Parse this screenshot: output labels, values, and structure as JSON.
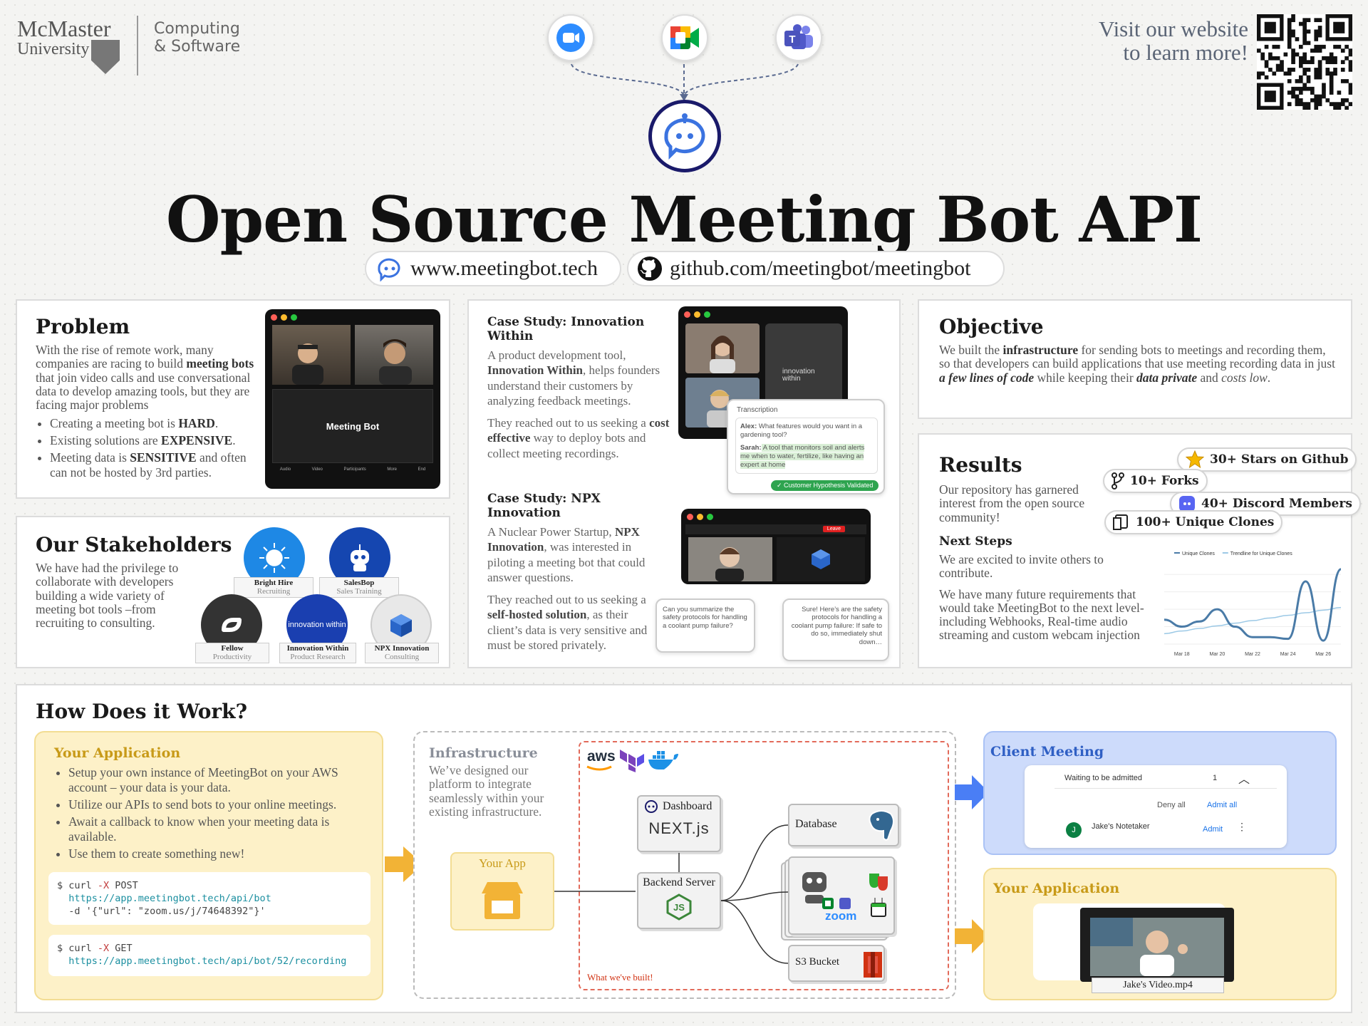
{
  "header": {
    "university_line1": "McMaster",
    "university_line2": "University",
    "department_line1": "Computing",
    "department_line2": "& Software",
    "visit_line1": "Visit our website",
    "visit_line2": "to learn more!"
  },
  "title": "Open Source Meeting Bot API",
  "links": {
    "website": "www.meetingbot.tech",
    "github": "github.com/meetingbot/meetingbot"
  },
  "problem": {
    "title": "Problem",
    "intro_a": "With the rise of remote work, many companies are racing to build ",
    "intro_bold": "meeting bots",
    "intro_b": " that join video calls and use conversational data to develop amazing tools, but they are facing major problems",
    "b1_a": "Creating a meeting bot is ",
    "b1_bold": "HARD",
    "b1_b": ".",
    "b2_a": "Existing solutions are ",
    "b2_bold": "EXPENSIVE",
    "b2_b": ".",
    "b3_a": "Meeting data is ",
    "b3_bold": "SENSITIVE",
    "b3_b": " and often can not be hosted by 3rd parties.",
    "screen_label": "Meeting Bot",
    "toolbar": [
      "Audio",
      "Video",
      "Participants",
      "More",
      "End"
    ]
  },
  "stakeholders": {
    "title": "Our Stakeholders",
    "text": "We have had the privilege to collaborate with developers building a wide variety of meeting bot tools –from recruiting to consulting.",
    "items": [
      {
        "name": "Bright Hire",
        "category": "Recruiting",
        "color": "#1e88e5"
      },
      {
        "name": "SalesBop",
        "category": "Sales Training",
        "color": "#1546b0"
      },
      {
        "name": "Fellow",
        "category": "Productivity",
        "color": "#333333"
      },
      {
        "name": "Innovation Within",
        "category": "Product Research",
        "color": "#1a3fb0"
      },
      {
        "name": "NPX Innovation",
        "category": "Consulting",
        "color": "#e8e8e8"
      }
    ]
  },
  "case_studies": {
    "cs1_title": "Case Study: Innovation Within",
    "cs1_p1_a": "A product development tool, ",
    "cs1_p1_bold": "Innovation Within",
    "cs1_p1_b": ", helps founders understand their customers by analyzing feedback meetings.",
    "cs1_p2_a": "They reached out to us seeking a ",
    "cs1_p2_bold": "cost effective",
    "cs1_p2_b": " way to deploy bots and collect meeting recordings.",
    "cs2_title": "Case Study: NPX Innovation",
    "cs2_p1_a": "A Nuclear Power Startup, ",
    "cs2_p1_bold": "NPX Innovation",
    "cs2_p1_b": ", was interested in piloting a meeting bot that could answer questions.",
    "cs2_p2_a": "They reached out to us seeking a ",
    "cs2_p2_bold": "self-hosted solution",
    "cs2_p2_b": ", as their client’s data is very sensitive and must be stored privately.",
    "innovation_tile": "innovation within",
    "transcription_label": "Transcription",
    "alex_name": "Alex:",
    "alex_text": " What features would you want in a gardening tool?",
    "sarah_name": "Sarah:",
    "sarah_text": " A tool that monitors soil and alerts me when to water, fertilize, like having an expert at home",
    "validated": "Customer Hypothesis Validated",
    "question": "Can you summarize the safety protocols for handling a coolant pump failure?",
    "answer": "Sure! Here’s are the safety protocols for handling a coolant pump failure: If safe to do so, immediately shut down…",
    "leave": "Leave"
  },
  "objective": {
    "title": "Objective",
    "t_a": "We built the ",
    "t_bold": "infrastructure",
    "t_b": " for sending bots to meetings and recording them, so that developers can build applications that use meeting recording data in just ",
    "t_i1": "a few lines of code",
    "t_c": " while keeping their ",
    "t_i2": "data private",
    "t_d": " and ",
    "t_i3": "costs low",
    "t_e": "."
  },
  "results": {
    "title": "Results",
    "text": "Our repository has garnered interest from the open source community!",
    "badges": {
      "stars": "30+ Stars on Github",
      "forks": "10+ Forks",
      "discord": "40+ Discord Members",
      "clones": "100+ Unique Clones"
    },
    "next_title": "Next Steps",
    "next_p1": "We are excited to invite others to contribute.",
    "next_p2": "We have many future requirements that would take MeetingBot to the next level- including Webhooks, Real-time audio streaming and custom webcam injection"
  },
  "chart_data": {
    "type": "line",
    "x": [
      "Mar 17",
      "Mar 18",
      "Mar 19",
      "Mar 20",
      "Mar 21",
      "Mar 22",
      "Mar 23",
      "Mar 24",
      "Mar 25",
      "Mar 26",
      "Mar 27"
    ],
    "xticks": [
      "Mar 18",
      "Mar 20",
      "Mar 22",
      "Mar 24",
      "Mar 26"
    ],
    "ylim": [
      0,
      45
    ],
    "series": [
      {
        "name": "Unique Clones",
        "color": "#4a7ba7",
        "values": [
          14,
          10,
          13,
          20,
          10,
          4,
          4,
          3,
          36,
          2,
          43
        ]
      },
      {
        "name": "Trendline for Unique Clones",
        "color": "#9cc9e6",
        "values": [
          6,
          7.5,
          9,
          10.5,
          12,
          13.5,
          15,
          16.5,
          18,
          19.5,
          21
        ]
      }
    ],
    "grid": true,
    "legend": "top"
  },
  "how": {
    "title": "How Does it Work?",
    "your_app_title": "Your Application",
    "bullets": [
      "Setup your own instance of MeetingBot on your AWS account – your data is your data.",
      "Utilize our APIs to send bots to your online meetings.",
      "Await a callback to know when your meeting data is available.",
      "Use them to create something new!"
    ],
    "code1_prompt": "$ curl ",
    "code1_flag": "-X",
    "code1_method": " POST",
    "code1_url": "https://app.meetingbot.tech/api/bot",
    "code1_d_flag": "-d",
    "code1_body": " '{\"url\": \"zoom.us/j/74648392\"}'",
    "code2_prompt": "$ curl ",
    "code2_flag": "-X",
    "code2_method": " GET",
    "code2_url": "https://app.meetingbot.tech/api/bot/52/recording",
    "infra_title": "Infrastructure",
    "infra_text": "We’ve designed our platform to integrate seamlessly within your existing infrastructure.",
    "your_app_node": "Your App",
    "aws": "aws",
    "dashboard": "Dashboard",
    "nextjs": "NEXT.js",
    "backend": "Backend Server",
    "database": "Database",
    "zoom": "zoom",
    "s3": "S3 Bucket",
    "built": "What we've built!",
    "client_title": "Client Meeting",
    "waiting": "Waiting to be admitted",
    "waiting_count": "1",
    "deny_all": "Deny all",
    "admit_all": "Admit all",
    "notetaker": "Jake's Notetaker",
    "avatar_letter": "J",
    "admit": "Admit",
    "out_title": "Your Application",
    "video_label": "Jake's Video.mp4"
  }
}
